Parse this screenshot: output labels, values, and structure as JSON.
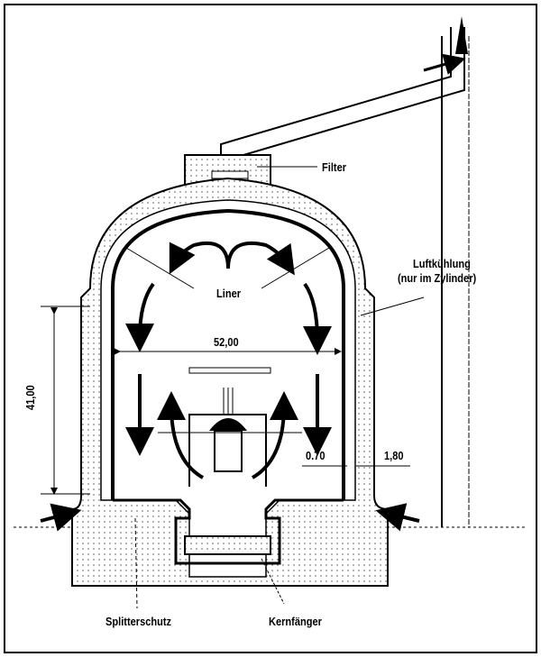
{
  "labels": {
    "filter": "Filter",
    "air_cooling_line1": "Luftkühlung",
    "air_cooling_line2": "(nur im Zylinder)",
    "liner": "Liner",
    "diameter": "52,00",
    "height": "41,00",
    "inner_wall": "0.70",
    "outer_wall": "1,80",
    "splitter_protection": "Splitterschutz",
    "core_catcher": "Kernfänger"
  }
}
